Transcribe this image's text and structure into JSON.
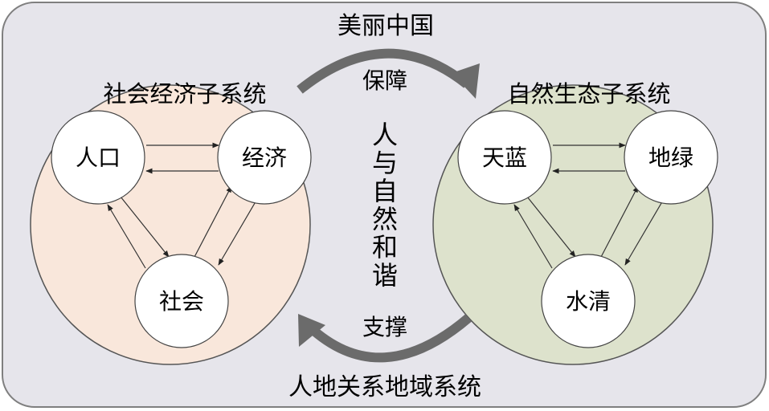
{
  "outer_title": "美丽中国",
  "bottom_title": "人地关系地域系统",
  "center_text": [
    "人",
    "与",
    "自",
    "然",
    "和",
    "谐"
  ],
  "top_arrow_label": "保障",
  "bottom_arrow_label": "支撑",
  "left_system": {
    "title": "社会经济子系统",
    "nodes": {
      "a": "人口",
      "b": "经济",
      "c": "社会"
    }
  },
  "right_system": {
    "title": "自然生态子系统",
    "nodes": {
      "a": "天蓝",
      "b": "地绿",
      "c": "水清"
    }
  },
  "colors": {
    "panel": "#e6e5eb",
    "left_fill": "#f9e7db",
    "right_fill": "#dde2cc",
    "arrow": "#6b6b6b"
  }
}
